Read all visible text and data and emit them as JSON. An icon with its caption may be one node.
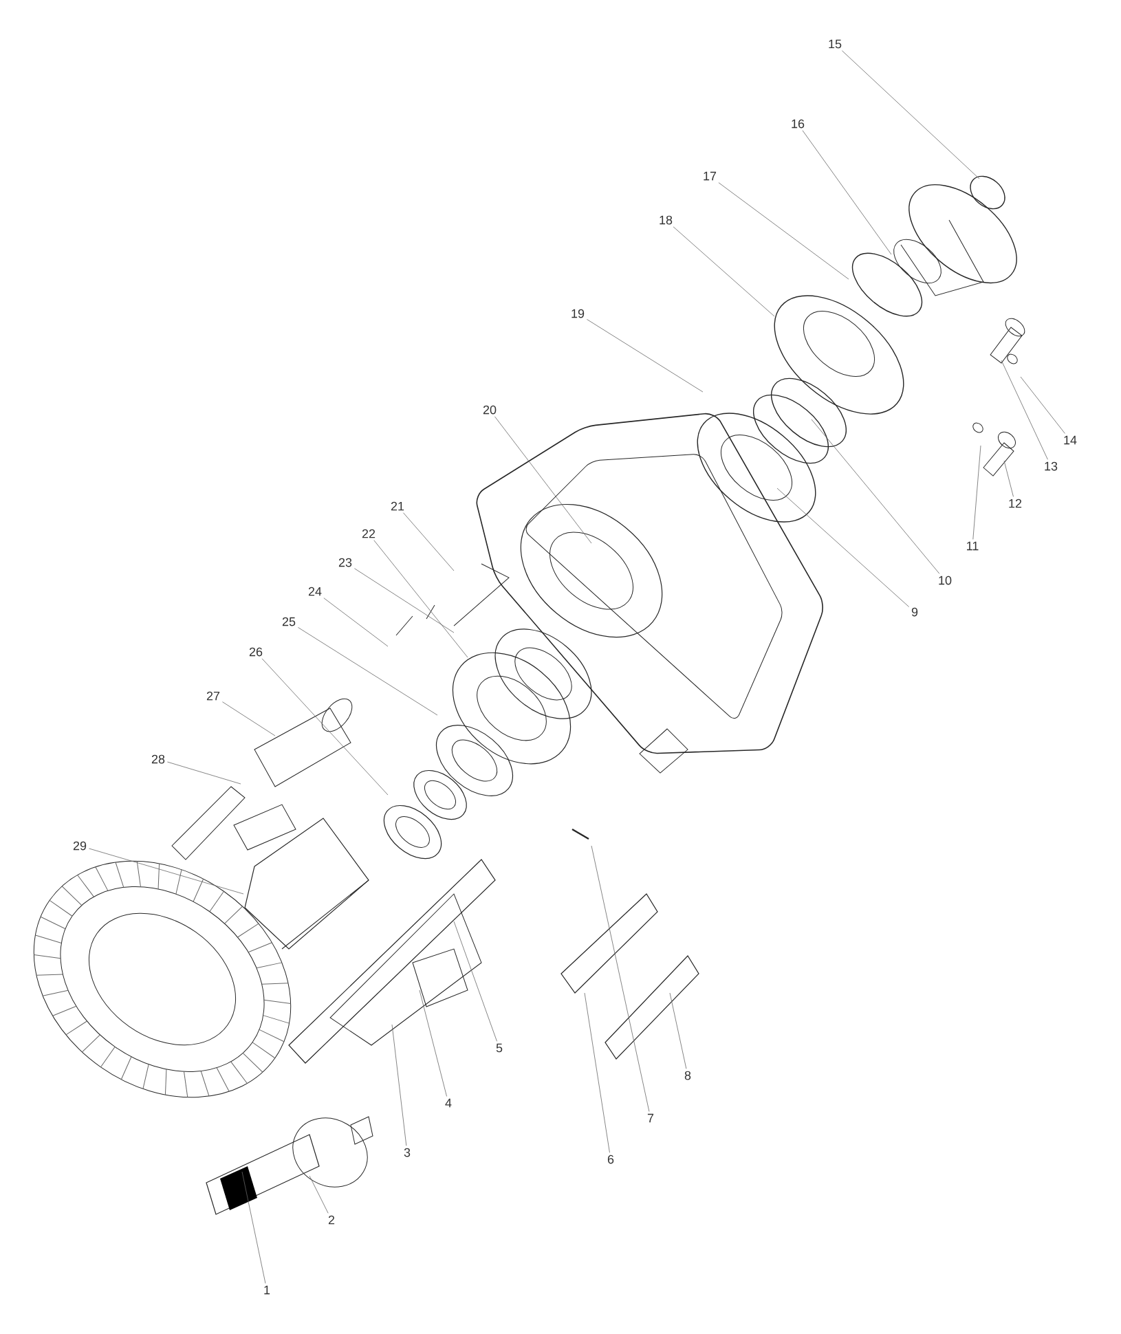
{
  "diagram": {
    "nodes": [
      {
        "text": [
          "1"
        ]
      },
      {
        "text": [
          "2"
        ]
      },
      {
        "text": [
          "3"
        ]
      },
      {
        "text": [
          "4"
        ]
      },
      {
        "text": [
          "5"
        ]
      },
      {
        "text": [
          "6"
        ]
      },
      {
        "text": [
          "7"
        ]
      },
      {
        "text": [
          "8"
        ]
      },
      {
        "text": [
          "9"
        ]
      },
      {
        "text": [
          "10"
        ]
      },
      {
        "text": [
          "11"
        ]
      },
      {
        "text": [
          "12"
        ]
      },
      {
        "text": [
          "13"
        ]
      },
      {
        "text": [
          "14"
        ]
      },
      {
        "text": [
          "15"
        ]
      },
      {
        "text": [
          "16"
        ]
      },
      {
        "text": [
          "17"
        ]
      },
      {
        "text": [
          "18"
        ]
      },
      {
        "text": [
          "19"
        ]
      },
      {
        "text": [
          "20"
        ]
      },
      {
        "text": [
          "21"
        ]
      },
      {
        "text": [
          "22"
        ]
      },
      {
        "text": [
          "23"
        ]
      },
      {
        "text": [
          "24"
        ]
      },
      {
        "text": [
          "25"
        ]
      },
      {
        "text": [
          "26"
        ]
      },
      {
        "text": [
          "27"
        ]
      },
      {
        "text": [
          "28"
        ]
      },
      {
        "text": [
          "29"
        ]
      }
    ],
    "edges": [
      {
        "from": 0,
        "to": null,
        "arrow": "none"
      },
      {
        "from": 1,
        "to": null,
        "arrow": "none"
      },
      {
        "from": 2,
        "to": null,
        "arrow": "none"
      },
      {
        "from": 3,
        "to": null,
        "arrow": "none"
      },
      {
        "from": 4,
        "to": null,
        "arrow": "none"
      },
      {
        "from": 5,
        "to": null,
        "arrow": "none"
      },
      {
        "from": 6,
        "to": null,
        "arrow": "none"
      },
      {
        "from": 7,
        "to": null,
        "arrow": "none"
      },
      {
        "from": 8,
        "to": null,
        "arrow": "none"
      },
      {
        "from": 9,
        "to": null,
        "arrow": "none"
      },
      {
        "from": 10,
        "to": null,
        "arrow": "none"
      },
      {
        "from": 11,
        "to": null,
        "arrow": "none"
      },
      {
        "from": 12,
        "to": null,
        "arrow": "none"
      },
      {
        "from": 13,
        "to": null,
        "arrow": "none"
      },
      {
        "from": 14,
        "to": null,
        "arrow": "none"
      },
      {
        "from": 15,
        "to": null,
        "arrow": "none"
      },
      {
        "from": 16,
        "to": null,
        "arrow": "none"
      },
      {
        "from": 17,
        "to": null,
        "arrow": "none"
      },
      {
        "from": 18,
        "to": null,
        "arrow": "none"
      },
      {
        "from": 19,
        "to": null,
        "arrow": "none"
      },
      {
        "from": 20,
        "to": null,
        "arrow": "none"
      },
      {
        "from": 21,
        "to": null,
        "arrow": "none"
      },
      {
        "from": 22,
        "to": null,
        "arrow": "none"
      },
      {
        "from": 23,
        "to": null,
        "arrow": "none"
      },
      {
        "from": 24,
        "to": null,
        "arrow": "none"
      },
      {
        "from": 25,
        "to": null,
        "arrow": "none"
      },
      {
        "from": 26,
        "to": null,
        "arrow": "none"
      },
      {
        "from": 27,
        "to": null,
        "arrow": "none"
      },
      {
        "from": 28,
        "to": null,
        "arrow": "none"
      }
    ]
  }
}
